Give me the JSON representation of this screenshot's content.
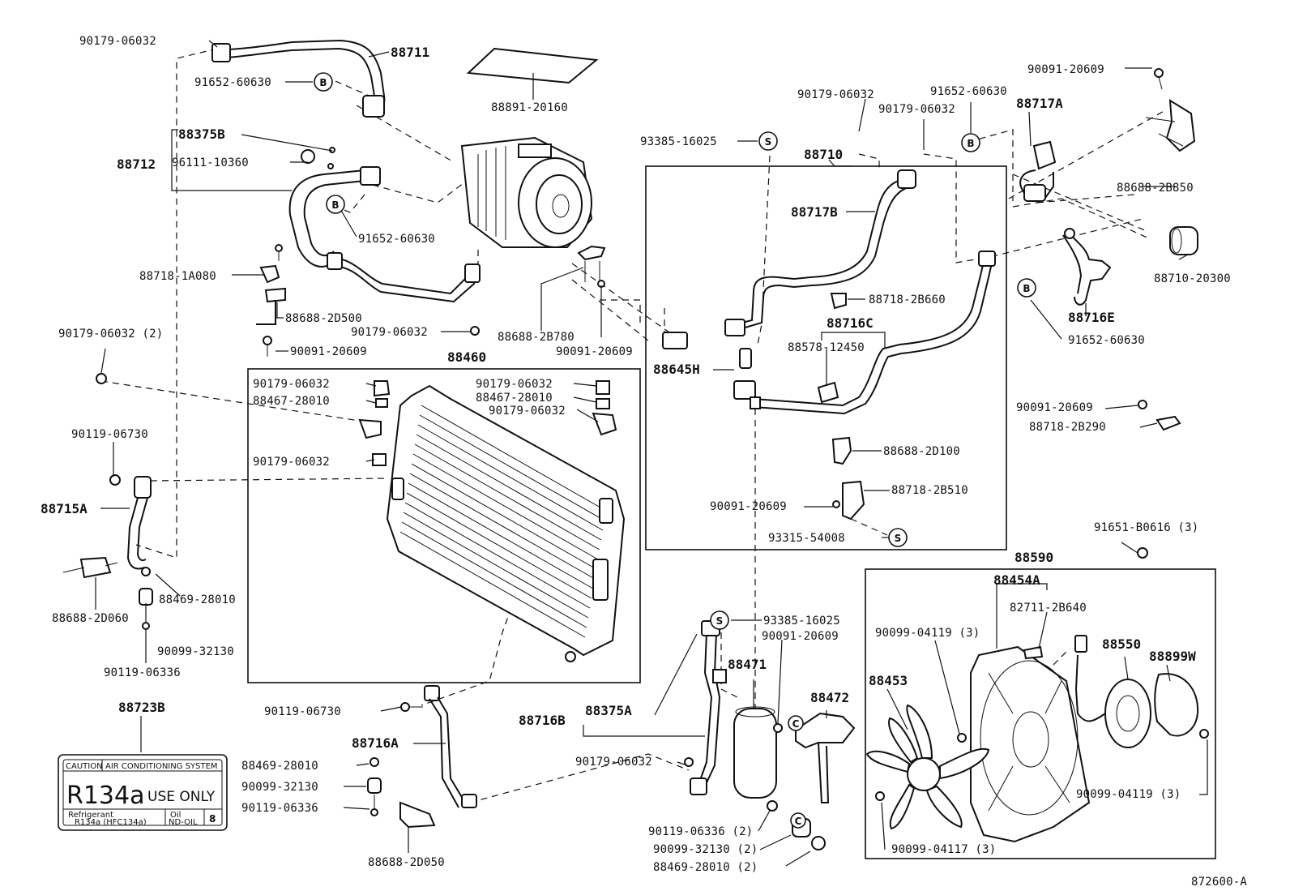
{
  "labels": {
    "p88711": "88711",
    "p90179_06032_a": "90179-06032",
    "p91652_60630_a": "91652-60630",
    "p88891_20160": "88891-20160",
    "p88375B": "88375B",
    "p88712": "88712",
    "p96111_10360": "96111-10360",
    "p91652_60630_b": "91652-60630",
    "p88718_1A080": "88718-1A080",
    "p88688_2D500": "88688-2D500",
    "p90179_06032_b": "90179-06032",
    "p88688_2B780": "88688-2B780",
    "p90091_20609_a": "90091-20609",
    "p90091_20609_b": "90091-20609",
    "p90179_06032_2": "90179-06032 (2)",
    "p88460": "88460",
    "p90179_06032_c": "90179-06032",
    "p88467_28010_a": "88467-28010",
    "p90179_06032_d": "90179-06032",
    "p90179_06032_e": "90179-06032",
    "p88467_28010_b": "88467-28010",
    "p90179_06032_f": "90179-06032",
    "p90119_06730_a": "90119-06730",
    "p88715A": "88715A",
    "p88469_28010_a": "88469-28010",
    "p88688_2D060": "88688-2D060",
    "p90099_32130_a": "90099-32130",
    "p90119_06336_a": "90119-06336",
    "p88723B": "88723B",
    "p93385_16025_a": "93385-16025",
    "p90179_06032_g": "90179-06032",
    "p90179_06032_h": "90179-06032",
    "p91652_60630_c": "91652-60630",
    "p88710": "88710",
    "p88717A": "88717A",
    "p90091_20609_c": "90091-20609",
    "p88688_2B850": "88688-2B850",
    "p88717B": "88717B",
    "p88710_20300": "88710-20300",
    "p88718_2B660": "88718-2B660",
    "p88716C": "88716C",
    "p88716E": "88716E",
    "p88578_12450": "88578-12450",
    "p91652_60630_d": "91652-60630",
    "p88645H": "88645H",
    "p90091_20609_d": "90091-20609",
    "p88718_2B290": "88718-2B290",
    "p88688_2D100": "88688-2D100",
    "p88718_2B510": "88718-2B510",
    "p90091_20609_e": "90091-20609",
    "p93315_54008": "93315-54008",
    "p91651_B0616_3": "91651-B0616 (3)",
    "p88590": "88590",
    "p88454A": "88454A",
    "p82711_2B640": "82711-2B640",
    "p90099_04119_3a": "90099-04119 (3)",
    "p88550": "88550",
    "p88899W": "88899W",
    "p88453": "88453",
    "p93385_16025_b": "93385-16025",
    "p90091_20609_f": "90091-20609",
    "p88471": "88471",
    "p88472": "88472",
    "p90119_06730_b": "90119-06730",
    "p88716B": "88716B",
    "p88375A": "88375A",
    "p88716A": "88716A",
    "p90179_06032_i": "90179-06032",
    "p88469_28010_b": "88469-28010",
    "p90099_32130_b": "90099-32130",
    "p90119_06336_b": "90119-06336",
    "p88688_2D050": "88688-2D050",
    "p90119_06336_2": "90119-06336 (2)",
    "p90099_32130_2": "90099-32130 (2)",
    "p88469_28010_2": "88469-28010 (2)",
    "p90099_04119_3b": "90099-04119 (3)",
    "p90099_04117_3": "90099-04117 (3)",
    "ref": "872600-A"
  },
  "callouts": {
    "b": "B",
    "s": "S",
    "c": "C"
  },
  "caution_label": {
    "caution": "CAUTION",
    "system": "AIR CONDITIONING SYSTEM",
    "r134a": "R134a",
    "use_only": "USE ONLY",
    "refrigerant": "Refrigerant",
    "refrigerant_type": "R134a (HFC134a)",
    "oil": "Oil",
    "oil_type": "ND-OIL",
    "oil_grade": "8"
  }
}
